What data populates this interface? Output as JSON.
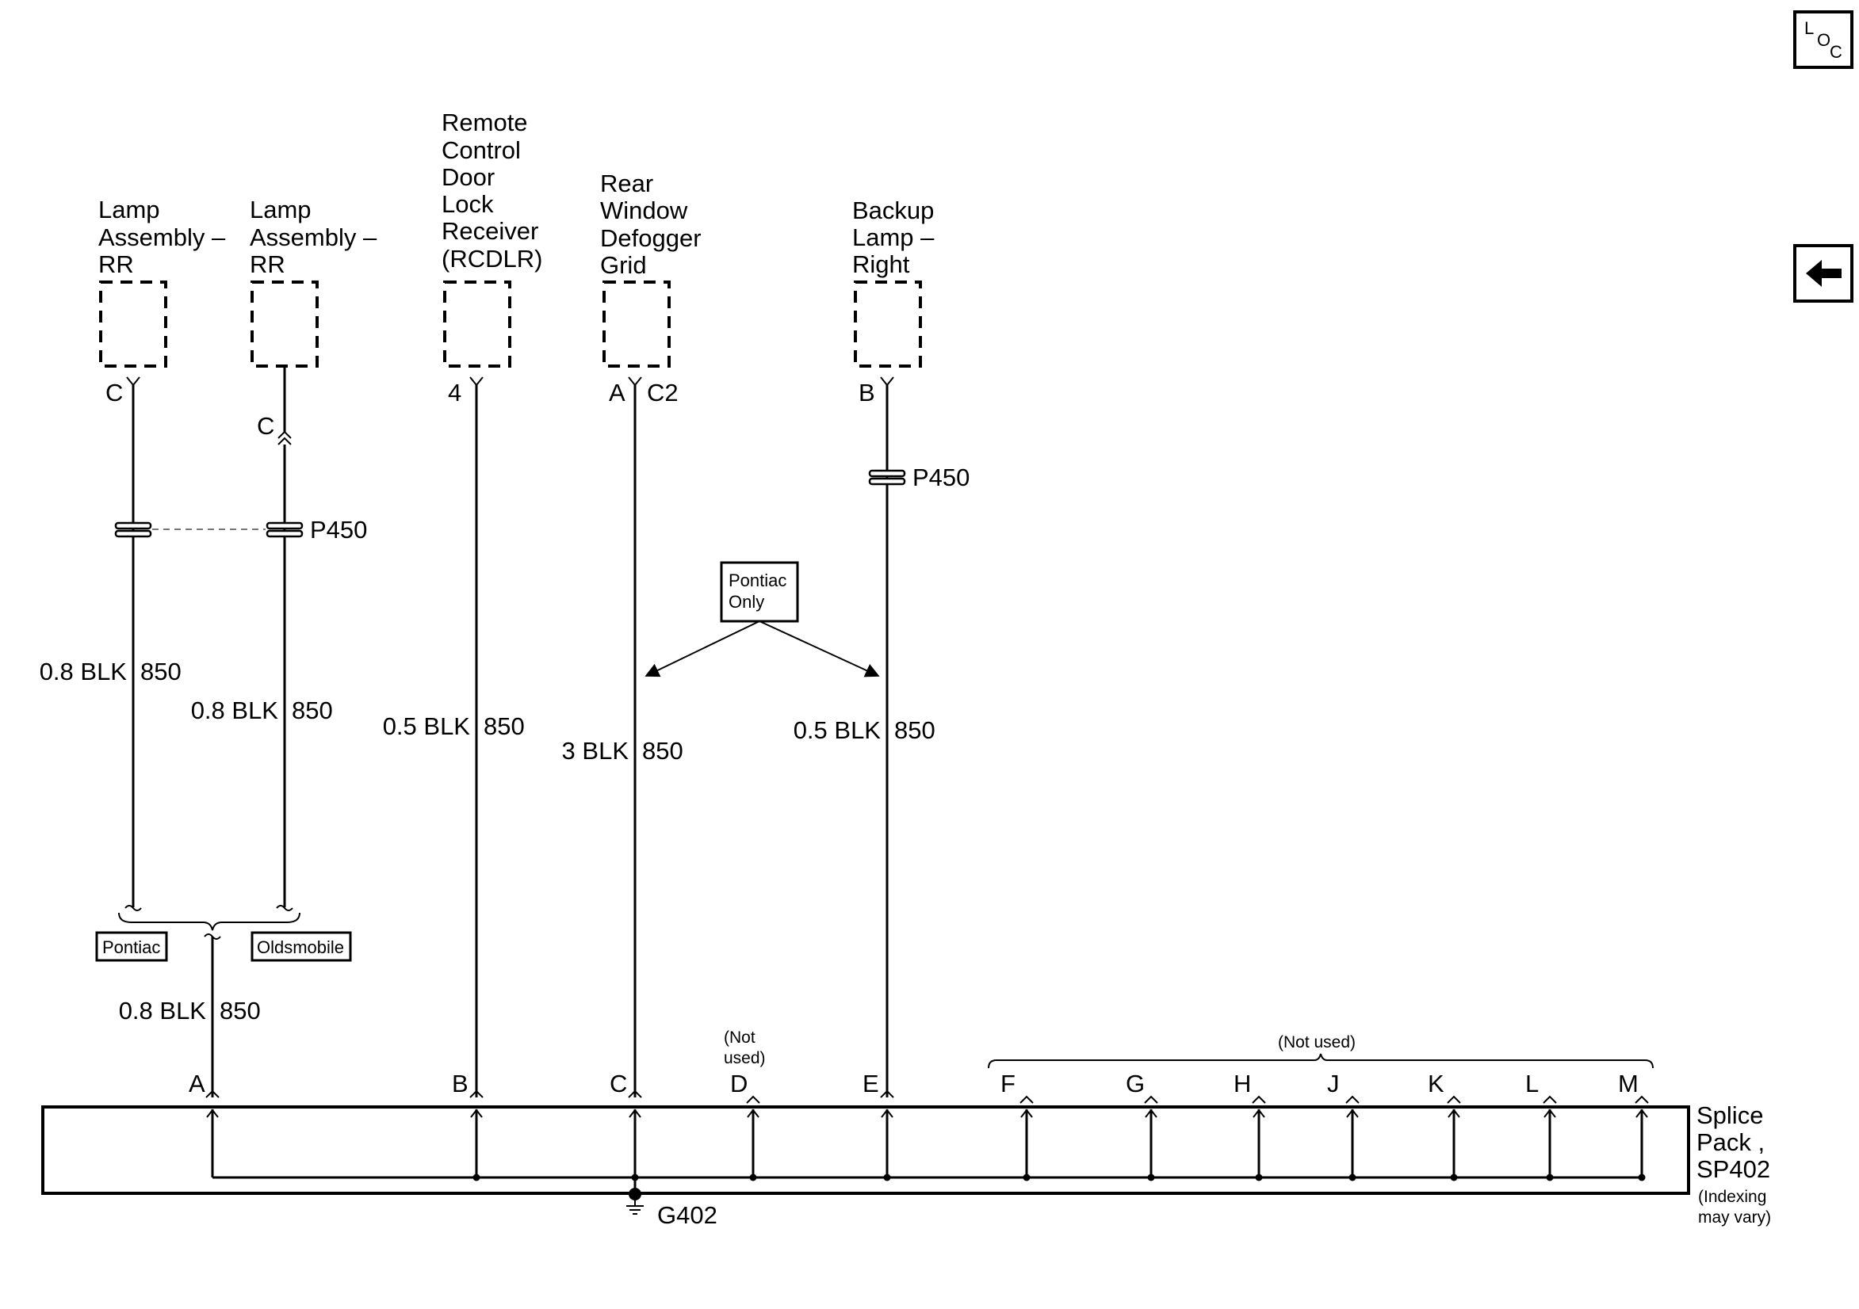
{
  "components": {
    "lamp_rr_left": [
      "Lamp",
      "Assembly –",
      "RR"
    ],
    "lamp_rr_right": [
      "Lamp",
      "Assembly –",
      "RR"
    ],
    "rcdlr": [
      "Remote",
      "Control",
      "Door",
      "Lock",
      "Receiver",
      "(RCDLR)"
    ],
    "defogger": [
      "Rear",
      "Window",
      "Defogger",
      "Grid"
    ],
    "backup_lamp": [
      "Backup",
      "Lamp –",
      "Right"
    ]
  },
  "pins": {
    "lamp_rr_left": "C",
    "lamp_rr_right": "C",
    "rcdlr": "4",
    "defogger": "A",
    "defogger_connector": "C2",
    "backup_lamp": "B"
  },
  "inline_connectors": {
    "lamp": "P450",
    "backup": "P450"
  },
  "wires": {
    "lamp_rr_left": "0.8 BLK",
    "lamp_rr_right": "0.8 BLK",
    "lamp_common": "0.8 BLK",
    "rcdlr": "0.5 BLK",
    "defogger": "3 BLK",
    "backup_lamp": "0.5 BLK"
  },
  "circuit": "850",
  "option_boxes": {
    "pontiac": "Pontiac",
    "oldsmobile": "Oldsmobile",
    "pontiac_only": [
      "Pontiac",
      "Only"
    ]
  },
  "splice_pins": [
    "A",
    "B",
    "C",
    "D",
    "E",
    "F",
    "G",
    "H",
    "J",
    "K",
    "L",
    "M"
  ],
  "not_used_d": [
    "(Not",
    "used)"
  ],
  "not_used_group": "(Not used)",
  "splice_pack": [
    "Splice",
    "Pack ,",
    "SP402"
  ],
  "splice_note": [
    "(Indexing",
    "may vary)"
  ],
  "ground": "G402",
  "nav": {
    "loc": [
      "L",
      "O",
      "C"
    ]
  },
  "colors": {
    "line": "#000000",
    "background": "#ffffff"
  }
}
